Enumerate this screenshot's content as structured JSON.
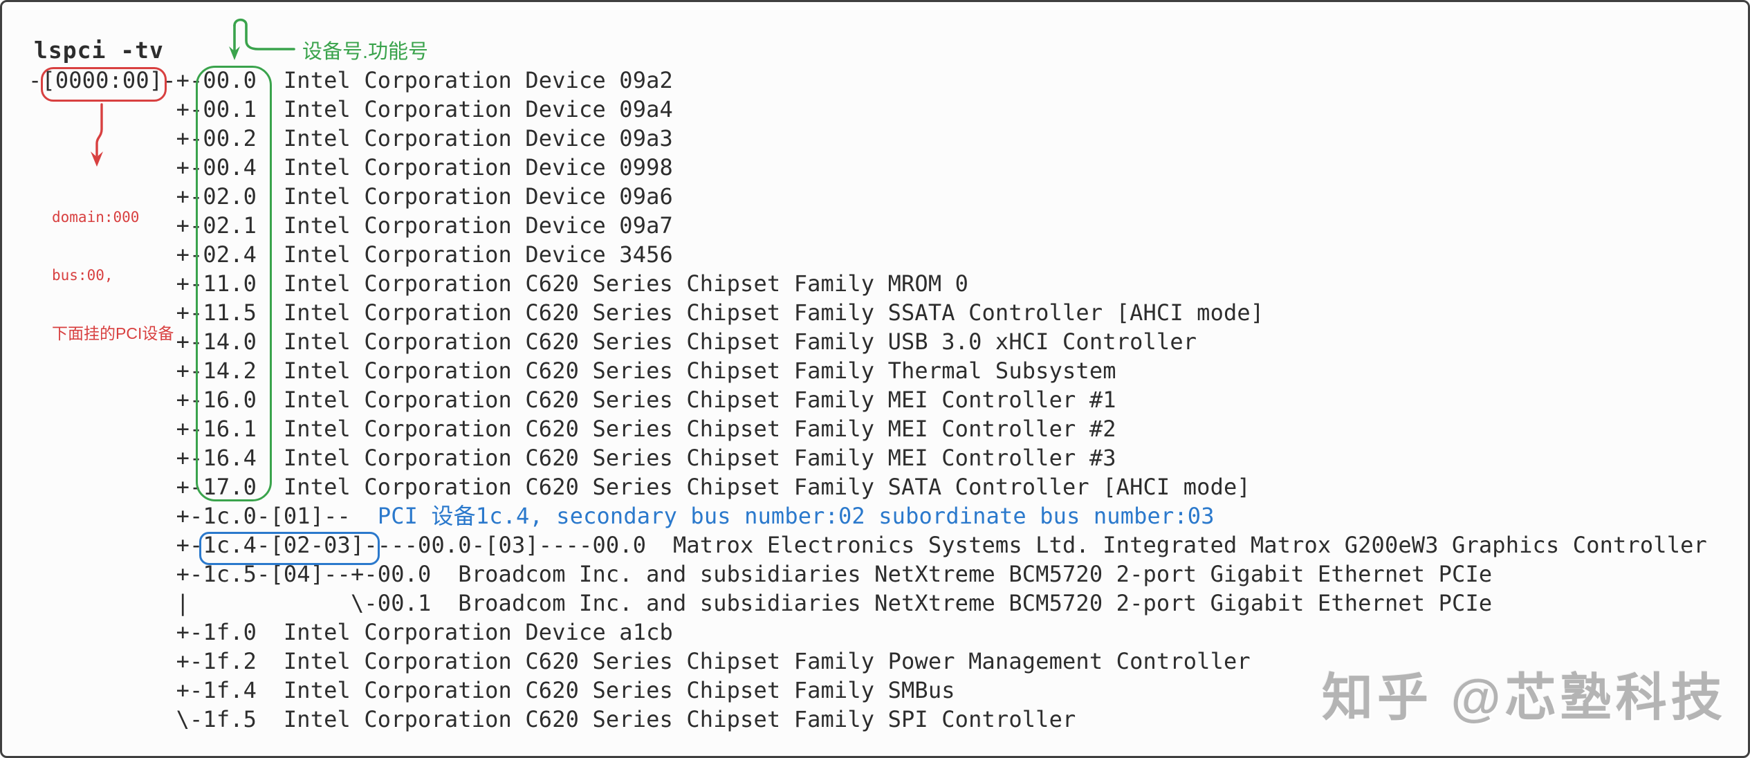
{
  "colors": {
    "green": "#3aa34c",
    "red": "#d84040",
    "blue": "#2b79cc",
    "text": "#2d2d2d",
    "watermark": "#b4b4b4",
    "bg": "#fcfcfc"
  },
  "terminal": {
    "command": "lspci -tv",
    "lines": [
      {
        "text": "-[0000:00]-+-00.0  Intel Corporation Device 09a2"
      },
      {
        "text": "           +-00.1  Intel Corporation Device 09a4"
      },
      {
        "text": "           +-00.2  Intel Corporation Device 09a3"
      },
      {
        "text": "           +-00.4  Intel Corporation Device 0998"
      },
      {
        "text": "           +-02.0  Intel Corporation Device 09a6"
      },
      {
        "text": "           +-02.1  Intel Corporation Device 09a7"
      },
      {
        "text": "           +-02.4  Intel Corporation Device 3456"
      },
      {
        "text": "           +-11.0  Intel Corporation C620 Series Chipset Family MROM 0"
      },
      {
        "text": "           +-11.5  Intel Corporation C620 Series Chipset Family SSATA Controller [AHCI mode]"
      },
      {
        "text": "           +-14.0  Intel Corporation C620 Series Chipset Family USB 3.0 xHCI Controller"
      },
      {
        "text": "           +-14.2  Intel Corporation C620 Series Chipset Family Thermal Subsystem"
      },
      {
        "text": "           +-16.0  Intel Corporation C620 Series Chipset Family MEI Controller #1"
      },
      {
        "text": "           +-16.1  Intel Corporation C620 Series Chipset Family MEI Controller #2"
      },
      {
        "text": "           +-16.4  Intel Corporation C620 Series Chipset Family MEI Controller #3"
      },
      {
        "text": "           +-17.0  Intel Corporation C620 Series Chipset Family SATA Controller [AHCI mode]"
      },
      {
        "text": "           +-1c.0-[01]--",
        "note": "  PCI 设备1c.4, secondary bus number:02 subordinate bus number:03"
      },
      {
        "text": "           +-1c.4-[02-03]----00.0-[03]----00.0  Matrox Electronics Systems Ltd. Integrated Matrox G200eW3 Graphics Controller"
      },
      {
        "text": "           +-1c.5-[04]--+-00.0  Broadcom Inc. and subsidiaries NetXtreme BCM5720 2-port Gigabit Ethernet PCIe"
      },
      {
        "text": "           |            \\-00.1  Broadcom Inc. and subsidiaries NetXtreme BCM5720 2-port Gigabit Ethernet PCIe"
      },
      {
        "text": "           +-1f.0  Intel Corporation Device a1cb"
      },
      {
        "text": "           +-1f.2  Intel Corporation C620 Series Chipset Family Power Management Controller"
      },
      {
        "text": "           +-1f.4  Intel Corporation C620 Series Chipset Family SMBus"
      },
      {
        "text": "           \\-1f.5  Intel Corporation C620 Series Chipset Family SPI Controller"
      }
    ]
  },
  "annotations": {
    "device_function_label": "设备号.功能号",
    "domain_note_line1": "domain:000",
    "domain_note_line2": "bus:00,",
    "domain_note_line3": "下面挂的PCI设备"
  },
  "watermark": "知乎 @芯塾科技"
}
